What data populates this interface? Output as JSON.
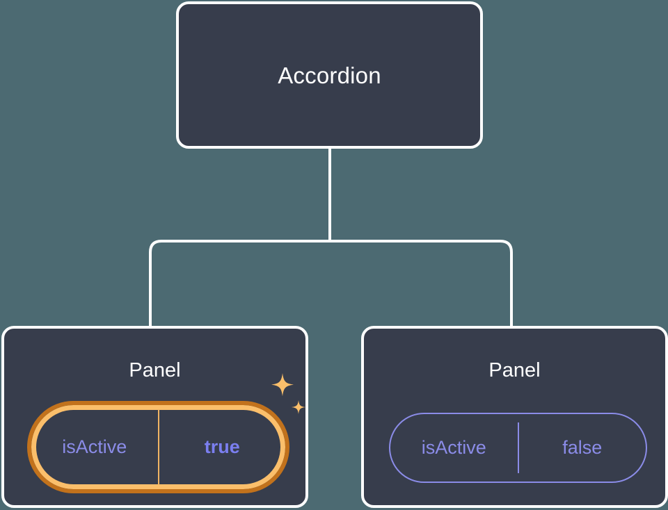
{
  "theme": {
    "background": "#4c6a72",
    "node_fill": "#373d4c",
    "node_border": "#ffffff",
    "edge_color": "#ffffff",
    "text_primary": "#ffffff",
    "prop_accent": "#8b8ce8",
    "value_accent": "#7b7ff0",
    "highlight_outer": "#c2721c",
    "highlight_inner": "#fbbf6b",
    "sparkle_color": "#fbbf6b"
  },
  "diagram": {
    "type": "component-tree",
    "root": {
      "label": "Accordion"
    },
    "children": [
      {
        "label": "Panel",
        "highlighted": true,
        "prop": {
          "key": "isActive",
          "value": "true"
        }
      },
      {
        "label": "Panel",
        "highlighted": false,
        "prop": {
          "key": "isActive",
          "value": "false"
        }
      }
    ]
  },
  "icons": {
    "sparkle_large": "sparkle-icon",
    "sparkle_small": "sparkle-icon"
  }
}
